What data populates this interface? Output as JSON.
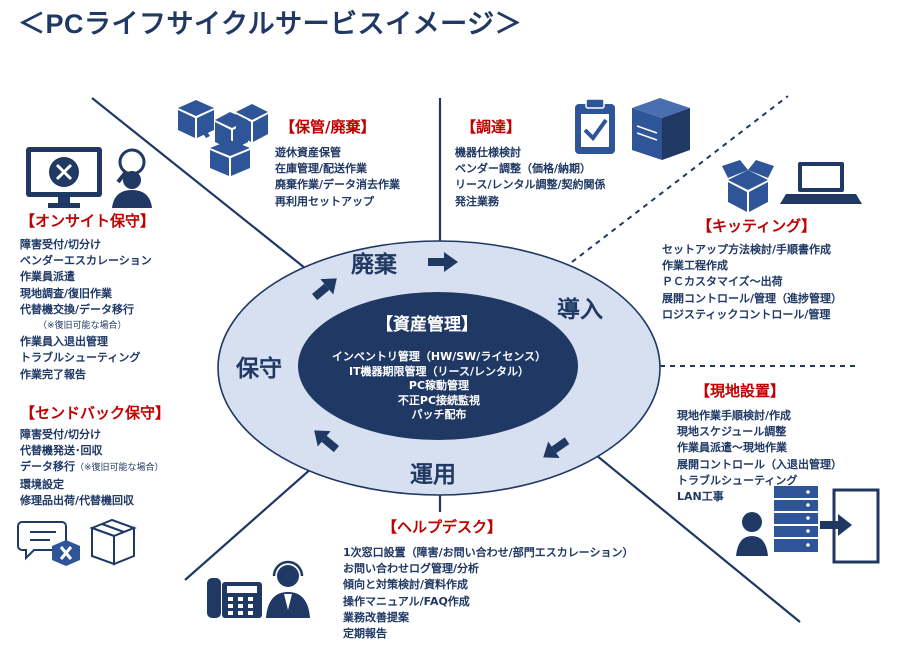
{
  "title": "＜PCライフサイクルサービスイメージ＞",
  "cycle": {
    "disposal": "廃棄",
    "introduction": "導入",
    "maintenance": "保守",
    "operation": "運用"
  },
  "core": {
    "title": "【資産管理】",
    "items": [
      "インベントリ管理（HW/SW/ライセンス）",
      "IT機器期限管理（リース/レンタル）",
      "PC稼動管理",
      "不正PC接続監視",
      "パッチ配布"
    ]
  },
  "sections": {
    "storage": {
      "title": "【保管/廃棄】",
      "items": [
        "遊休資産保管",
        "在庫管理/配送作業",
        "廃棄作業/データ消去作業",
        "再利用セットアップ"
      ]
    },
    "procurement": {
      "title": "【調達】",
      "items": [
        "機器仕様検討",
        "ベンダー調整（価格/納期）",
        "リース/レンタル調整/契約関係",
        "発注業務"
      ]
    },
    "kitting": {
      "title": "【キッティング】",
      "items": [
        "セットアップ方法検討/手順書作成",
        "作業工程作成",
        "ＰＣカスタマイズ～出荷",
        "展開コントロール/管理（進捗管理）",
        "ロジスティックコントロール/管理"
      ]
    },
    "onsite": {
      "title": "【オンサイト保守】",
      "items": [
        "障害受付/切分け",
        "ベンダーエスカレーション",
        "作業員派遣",
        "現地調査/復旧作業",
        "代替機交換/データ移行"
      ],
      "note": "（※復旧可能な場合）",
      "items2": [
        "作業員入退出管理",
        "トラブルシューティング",
        "作業完了報告"
      ]
    },
    "sendback": {
      "title": "【センドバック保守】",
      "items": [
        "障害受付/切分け",
        "代替機発送･回収"
      ],
      "migration": "データ移行",
      "migration_note": "（※復旧可能な場合）",
      "items2": [
        "環境設定",
        "修理品出荷/代替機回収"
      ]
    },
    "install": {
      "title": "【現地設置】",
      "items": [
        "現地作業手順検討/作成",
        "現地スケジュール調整",
        "作業員派遣～現地作業",
        "展開コントロール（入退出管理）",
        "トラブルシューティング",
        "LAN工事"
      ]
    },
    "helpdesk": {
      "title": "【ヘルプデスク】",
      "items": [
        "1次窓口設置（障害/お問い合わせ/部門エスカレーション）",
        "お問い合わせログ管理/分析",
        "傾向と対策検討/資料作成",
        "操作マニュアル/FAQ作成",
        "業務改善提案",
        "定期報告"
      ]
    }
  },
  "icons": {
    "boxes": "boxes-transfer-icon",
    "clipboard": "clipboard-check-icon",
    "server_box": "server-box-icon",
    "open_box": "open-box-icon",
    "laptop": "laptop-icon",
    "monitor_error": "monitor-error-icon",
    "person_search": "person-magnifier-icon",
    "chat_error": "chat-error-icon",
    "package": "package-icon",
    "phone": "desk-phone-icon",
    "support_person": "support-operator-icon",
    "server_person": "server-person-icon",
    "door_in": "door-enter-icon"
  },
  "colors": {
    "navy": "#1f3864",
    "red": "#c00000",
    "ellipse_fill": "#d6e0f1",
    "ellipse_stroke": "#1f3864",
    "icon_blue": "#2e5597"
  }
}
